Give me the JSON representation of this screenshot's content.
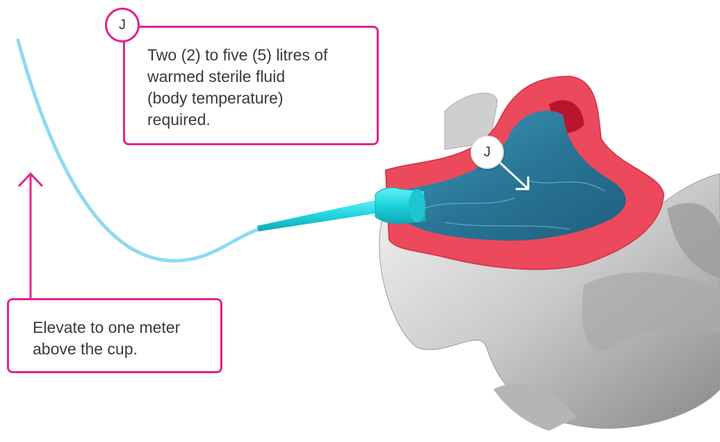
{
  "callouts": {
    "fluid": {
      "badge_letter": "J",
      "lines": [
        "Two (2) to five (5) litres of",
        "warmed sterile fluid",
        "(body temperature)",
        "required."
      ]
    },
    "elevate": {
      "lines": [
        "Elevate to one meter",
        "above the cup."
      ]
    }
  },
  "markers": {
    "bowl_badge_letter": "J"
  },
  "colors": {
    "accent": "#e0258f",
    "tube": "#8fd9f2",
    "nozzle": "#1fd3dc",
    "fluid": "#2b7fa0",
    "cup_rim": "#ec4a5c",
    "pelvis": "#bdbdbd"
  }
}
